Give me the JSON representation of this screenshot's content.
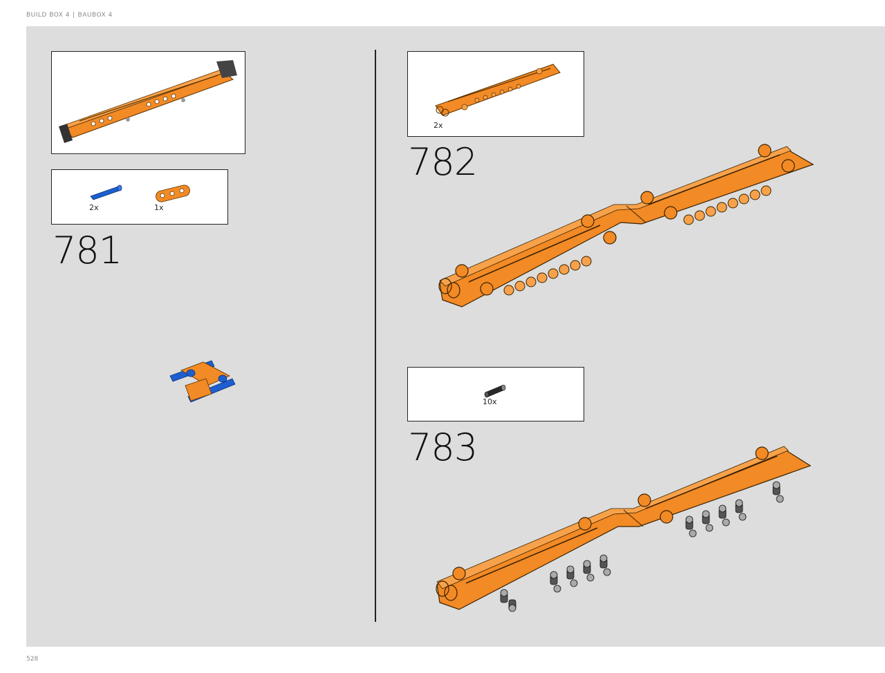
{
  "header": {
    "left": "BUILD BOX 4",
    "separator": "|",
    "right": "BAUBOX 4"
  },
  "page_number": "528",
  "colors": {
    "orange": "#f28a25",
    "blue": "#1d5fd1",
    "panel": "#dcdddc",
    "dark": "#222222"
  },
  "steps": [
    {
      "number": "781",
      "parts": [
        {
          "icon": "blue-axle-pin-icon",
          "qty": "2x"
        },
        {
          "icon": "orange-beam-3-icon",
          "qty": "1x"
        }
      ]
    },
    {
      "number": "782",
      "parts": [
        {
          "icon": "orange-panel-icon",
          "qty": "2x"
        }
      ]
    },
    {
      "number": "783",
      "parts": [
        {
          "icon": "black-connector-pin-icon",
          "qty": "10x"
        }
      ]
    }
  ]
}
